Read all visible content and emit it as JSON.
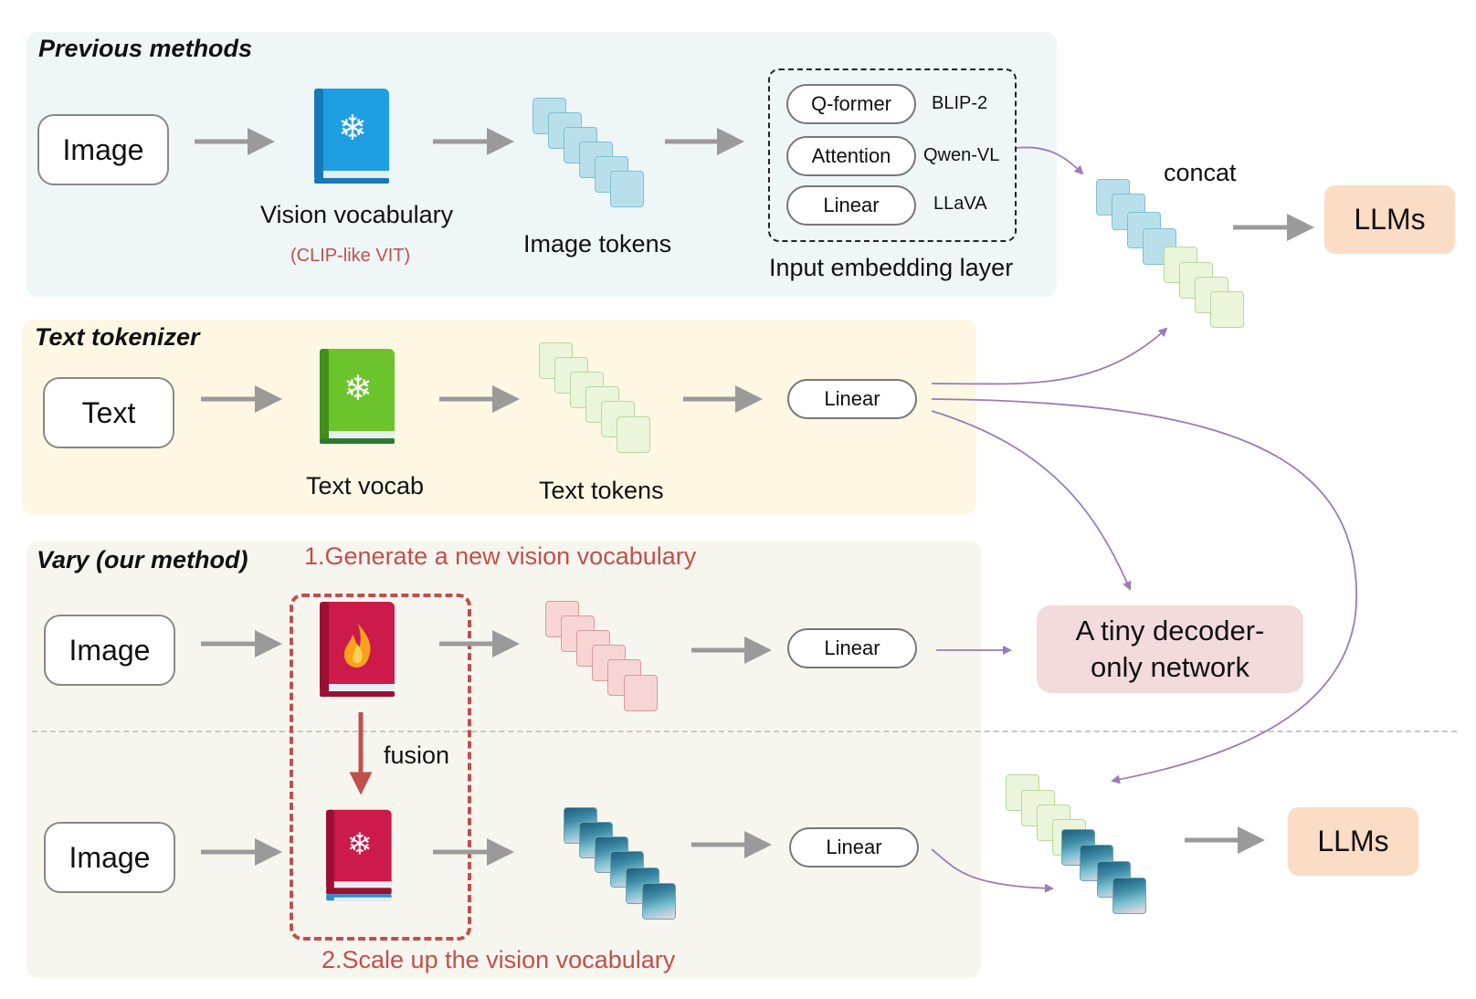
{
  "previous": {
    "title": "Previous methods",
    "image_label": "Image",
    "vision_vocab": "Vision vocabulary",
    "vision_vocab_sub": "(CLIP-like VIT)",
    "image_tokens": "Image tokens",
    "embed_options": [
      {
        "module": "Q-former",
        "model": "BLIP-2"
      },
      {
        "module": "Attention",
        "model": "Qwen-VL"
      },
      {
        "module": "Linear",
        "model": "LLaVA"
      }
    ],
    "embed_layer": "Input embedding layer",
    "concat": "concat",
    "llms": "LLMs"
  },
  "text": {
    "title": "Text tokenizer",
    "text_label": "Text",
    "text_vocab": "Text vocab",
    "text_tokens": "Text tokens",
    "linear": "Linear"
  },
  "vary": {
    "title": "Vary (our method)",
    "step1": "1.Generate a new vision vocabulary",
    "image_label": "Image",
    "linear": "Linear",
    "decoder_line1": "A tiny decoder-",
    "decoder_line2": "only network",
    "fusion": "fusion",
    "image_label_2": "Image",
    "linear_2": "Linear",
    "llms": "LLMs",
    "step2": "2.Scale up the vision vocabulary"
  },
  "icons": {
    "snowflake": "snowflake-icon",
    "flame": "flame-icon",
    "book": "book-icon"
  },
  "colors": {
    "blue_book": "#1e9fe3",
    "green_book": "#6cc32b",
    "red_book": "#cc1a4a",
    "accent_red": "#c0504d",
    "llm_bg": "#fbdcc4"
  }
}
